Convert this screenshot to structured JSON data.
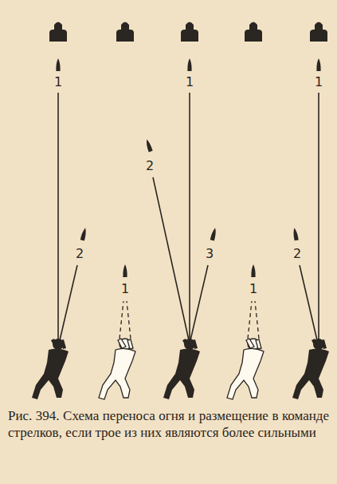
{
  "diagram": {
    "caption": "Рис. 394. Схема переноса огня и размещение в команде стрелков, если трое из них являются более сильными",
    "labels": [
      "1",
      "1",
      "1",
      "2",
      "2",
      "3",
      "2",
      "1",
      "1"
    ]
  }
}
